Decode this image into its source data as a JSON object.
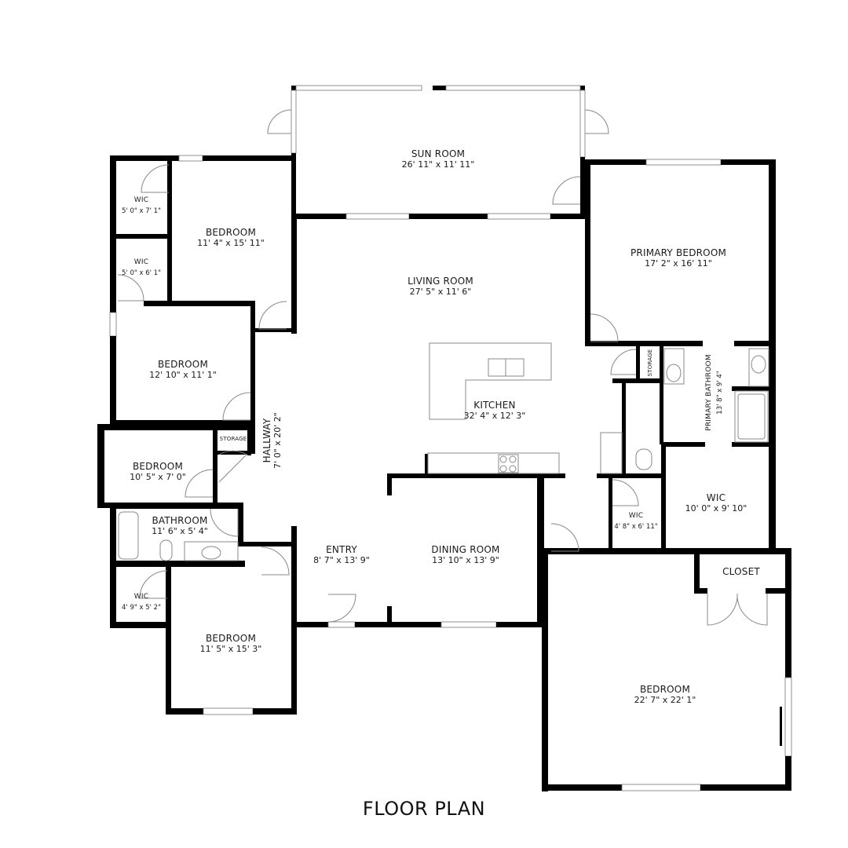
{
  "title": "FLOOR PLAN",
  "rooms": {
    "sun_room": {
      "name": "SUN ROOM",
      "dim": "26' 11\" x 11' 11\""
    },
    "living_room": {
      "name": "LIVING ROOM",
      "dim": "27' 5\" x 11' 6\""
    },
    "kitchen": {
      "name": "KITCHEN",
      "dim": "32' 4\" x 12' 3\""
    },
    "primary_bedroom": {
      "name": "PRIMARY BEDROOM",
      "dim": "17' 2\" x 16' 11\""
    },
    "primary_bathroom": {
      "name": "PRIMARY BATHROOM",
      "dim": "13' 8\" x 9' 4\""
    },
    "storage_primary": {
      "name": "STORAGE"
    },
    "wic_primary_large": {
      "name": "WIC",
      "dim": "10' 0\" x 9' 10\""
    },
    "wic_primary_small": {
      "name": "WIC",
      "dim": "4' 8\" x 6' 11\""
    },
    "wic_top_1": {
      "name": "WIC",
      "dim": "5' 0\" x 7' 1\""
    },
    "wic_top_2": {
      "name": "WIC",
      "dim": "5' 0\" x 6' 1\""
    },
    "bedroom_1": {
      "name": "BEDROOM",
      "dim": "11' 4\" x 15' 11\""
    },
    "bedroom_2": {
      "name": "BEDROOM",
      "dim": "12' 10\" x 11' 1\""
    },
    "bedroom_3": {
      "name": "BEDROOM",
      "dim": "10' 5\" x 7' 0\""
    },
    "storage_hall": {
      "name": "STORAGE"
    },
    "hallway": {
      "name": "HALLWAY",
      "dim": "7' 0\" x 20' 2\""
    },
    "bathroom": {
      "name": "BATHROOM",
      "dim": "11' 6\" x 5' 4\""
    },
    "wic_bottom": {
      "name": "WIC",
      "dim": "4' 9\" x 5' 2\""
    },
    "bedroom_4": {
      "name": "BEDROOM",
      "dim": "11' 5\" x 15' 3\""
    },
    "entry": {
      "name": "ENTRY",
      "dim": "8' 7\" x 13' 9\""
    },
    "dining_room": {
      "name": "DINING ROOM",
      "dim": "13' 10\" x 13' 9\""
    },
    "closet": {
      "name": "CLOSET"
    },
    "bedroom_large": {
      "name": "BEDROOM",
      "dim": "22' 7\" x 22' 1\""
    }
  }
}
